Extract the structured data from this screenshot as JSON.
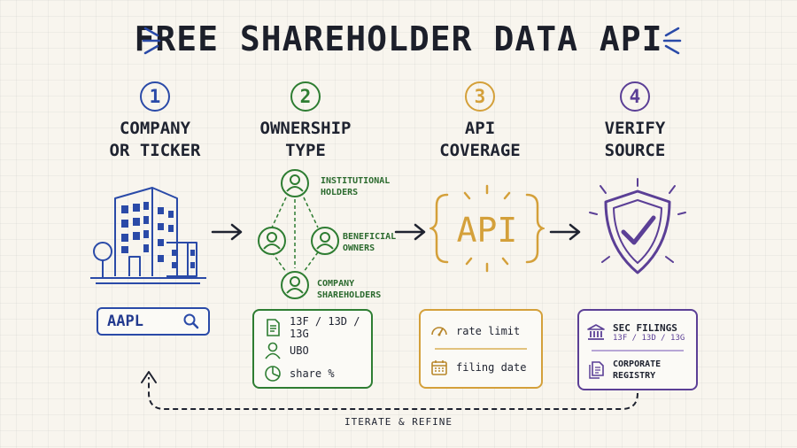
{
  "title": "FREE SHAREHOLDER DATA API",
  "colors": {
    "step1": "#2a4aa8",
    "step2": "#2e7d32",
    "step3": "#d4a03a",
    "step4": "#5b3f96",
    "ink": "#1f2330"
  },
  "steps": [
    {
      "number": "1",
      "title_lines": [
        "COMPANY",
        "OR TICKER"
      ],
      "search": {
        "value": "AAPL",
        "icon": "search-icon"
      }
    },
    {
      "number": "2",
      "title_lines": [
        "OWNERSHIP",
        "TYPE"
      ],
      "nodes": [
        {
          "lines": [
            "INSTITUTIONAL",
            "HOLDERS"
          ]
        },
        {
          "lines": [
            "BENEFICIAL",
            "OWNERS"
          ]
        },
        {
          "lines": [
            "COMPANY",
            "SHAREHOLDERS"
          ]
        }
      ],
      "card": [
        {
          "icon": "document-icon",
          "label": "13F / 13D / 13G"
        },
        {
          "icon": "user-icon",
          "label": "UBO"
        },
        {
          "icon": "pie-chart-icon",
          "label": "share %"
        }
      ]
    },
    {
      "number": "3",
      "title_lines": [
        "API",
        "COVERAGE"
      ],
      "badge": "API",
      "card": [
        {
          "icon": "gauge-icon",
          "label": "rate limit"
        },
        {
          "icon": "calendar-icon",
          "label": "filing date"
        }
      ]
    },
    {
      "number": "4",
      "title_lines": [
        "VERIFY",
        "SOURCE"
      ],
      "card": [
        {
          "icon": "bank-icon",
          "label": "SEC FILINGS",
          "sub": "13F / 13D / 13G"
        },
        {
          "icon": "documents-icon",
          "label_lines": [
            "CORPORATE",
            "REGISTRY"
          ]
        }
      ]
    }
  ],
  "loop_label": "ITERATE & REFINE"
}
